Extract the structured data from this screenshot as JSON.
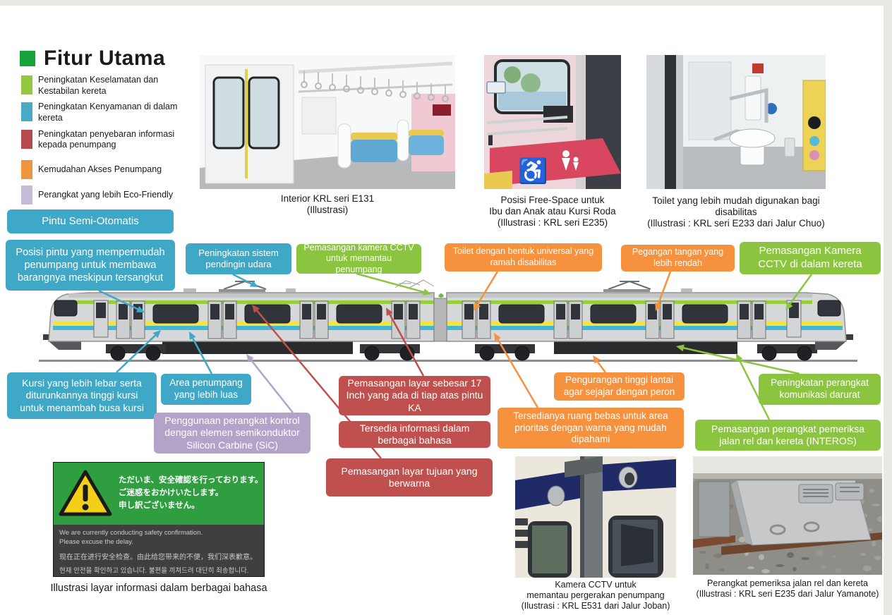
{
  "header": {
    "title": "Fitur Utama",
    "accent": "#17a33c"
  },
  "palette": {
    "teal": "#3fa8c6",
    "green": "#8bc53f",
    "orange": "#f6913e",
    "red": "#c0504d",
    "purple": "#b3a3c9"
  },
  "legend": {
    "items": [
      {
        "color": "#92c83e",
        "label": "Peningkatan Keselamatan dan Kestabilan kereta"
      },
      {
        "color": "#4aa9c5",
        "label": "Peningkatan Kenyamanan di dalam kereta"
      },
      {
        "color": "#b5494c",
        "label": "Peningkatan penyebaran informasi kepada penumpang"
      },
      {
        "color": "#f0953f",
        "label": "Kemudahan Akses Penumpang"
      },
      {
        "color": "#c6bcd9",
        "label": "Perangkat yang lebih Eco-Friendly"
      }
    ]
  },
  "photos": {
    "interior_caption": "Interior KRL seri E131\n(Illustrasi)",
    "freespace_caption": "Posisi Free-Space untuk\nIbu dan Anak atau Kursi Roda\n(Illustrasi : KRL seri E235)",
    "toilet_caption": "Toilet yang lebih mudah digunakan bagi\ndisabilitas\n(Illustrasi : KRL seri E233 dari Jalur Chuo)",
    "sign_caption": "Illustrasi layar informasi dalam berbagai bahasa",
    "cctv_caption": "Kamera CCTV untuk\nmemantau pergerakan penumpang\n(Ilustrasi : KRL E531 dari Jalur Joban)",
    "track_caption": "Perangkat pemeriksa jalan rel dan kereta\n(Illustrasi : KRL seri E235 dari Jalur Yamanote)"
  },
  "callouts": [
    {
      "text": "Pintu Semi-Otomatis"
    },
    {
      "text": "Posisi pintu yang mempermudah penumpang untuk membawa barangnya meskipun tersangkut"
    },
    {
      "text": "Peningkatan sistem pendingin udara"
    },
    {
      "text": "Pemasangan kamera CCTV untuk memantau penumpang"
    },
    {
      "text": "Toilet dengan bentuk universal yang ramah disabilitas"
    },
    {
      "text": "Pegangan tangan yang lebih rendah"
    },
    {
      "text": "Pemasangan Kamera CCTV di dalam kereta"
    },
    {
      "text": "Kursi yang lebih lebar serta diturunkannya tinggi kursi untuk menambah busa kursi"
    },
    {
      "text": "Area penumpang yang lebih luas"
    },
    {
      "text": "Penggunaan perangkat kontrol dengan elemen semikonduktor Silicon Carbine (SiC)"
    },
    {
      "text": "Pemasangan layar sebesar 17 Inch yang ada di tiap atas pintu KA"
    },
    {
      "text": "Tersedia informasi dalam berbagai bahasa"
    },
    {
      "text": "Pemasangan layar tujuan yang berwarna"
    },
    {
      "text": "Pengurangan tinggi lantai agar sejajar dengan peron"
    },
    {
      "text": "Tersedianya ruang bebas untuk area prioritas dengan warna yang mudah dipahami"
    },
    {
      "text": "Peningkatan perangkat komunikasi darurat"
    },
    {
      "text": "Pemasangan perangkat pemeriksa jalan rel dan kereta (INTEROS)"
    }
  ],
  "sign": {
    "jp": "ただいま、安全確認を行っております。\nご迷惑をおかけいたします。\n申し訳ございません。",
    "en": "We are currently conducting safety confirmation.\nPlease excuse the delay.",
    "zh": "现在正在进行安全检查。由此给您带来的不便，我们深表歉意。",
    "ko": "현재 안전을 확인하고 있습니다. 불편을 끼쳐드려 대단히 죄송합니다."
  }
}
